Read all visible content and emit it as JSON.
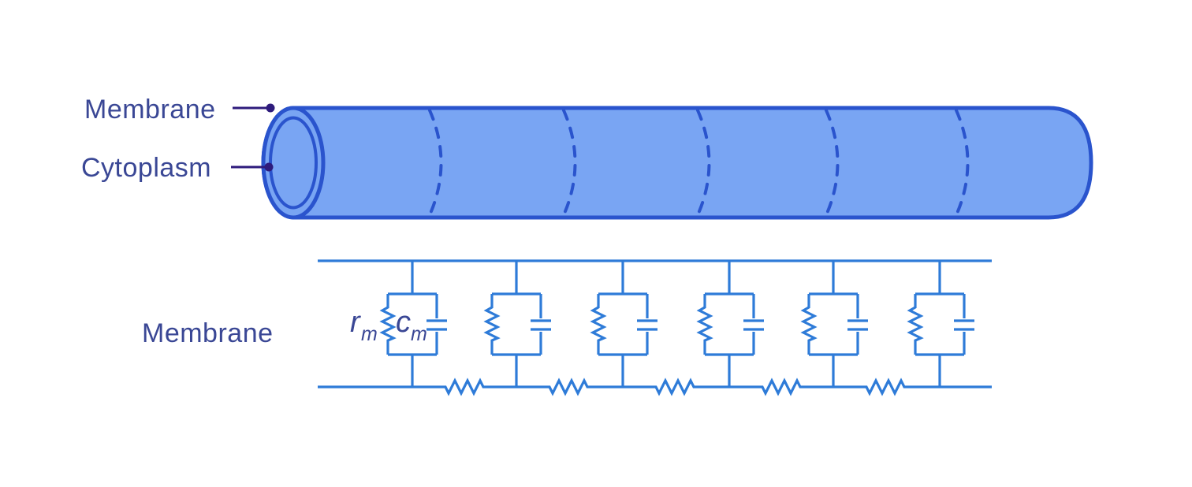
{
  "labels": {
    "membrane_top": "Membrane",
    "cytoplasm": "Cytoplasm",
    "membrane_circuit": "Membrane"
  },
  "circuit": {
    "membrane_resistance_symbol": "r",
    "membrane_resistance_subscript": "m",
    "membrane_capacitance_symbol": "c",
    "membrane_capacitance_subscript": "m",
    "rc_unit_count": "6",
    "axial_resistor_count": "5"
  },
  "cylinder": {
    "dashed_section_count": "5"
  },
  "colors": {
    "background": "#ffffff",
    "label_text": "#3a4795",
    "leader_line": "#2e1b7c",
    "cylinder_fill": "#79a5f3",
    "cylinder_outline": "#2a54cd",
    "circuit_line": "#2e7bd8"
  }
}
